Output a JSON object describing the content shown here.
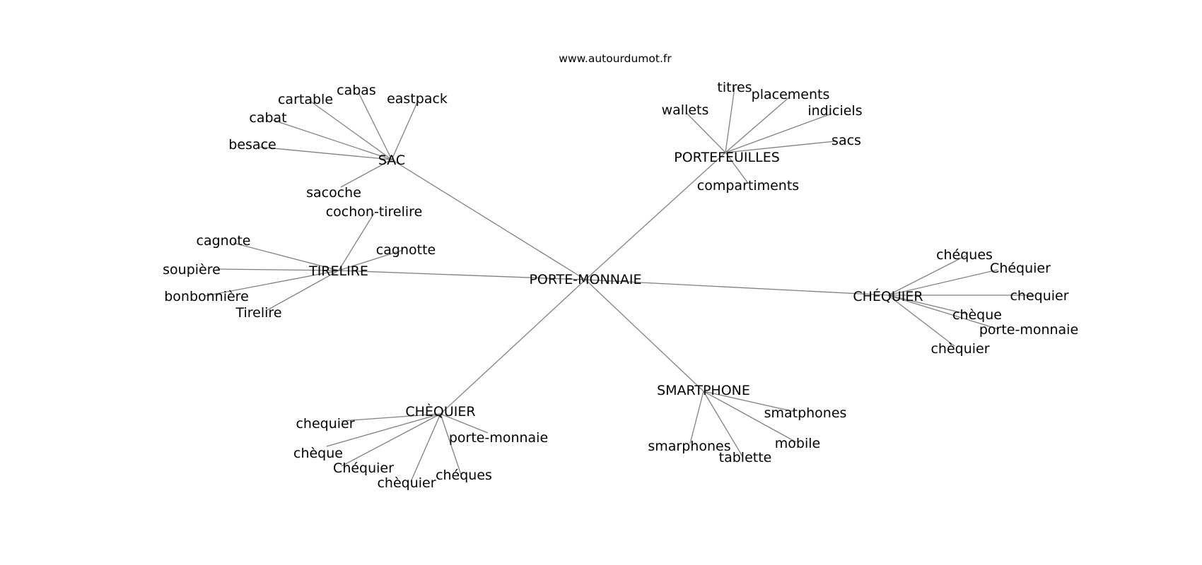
{
  "source_credit": "www.autourdumot.fr",
  "center": "PORTE-MONNAIE",
  "clusters": [
    {
      "hub": "SAC",
      "leaves": [
        "cartable",
        "cabas",
        "eastpack",
        "cabat",
        "besace",
        "sacoche"
      ]
    },
    {
      "hub": "PORTEFEUILLES",
      "leaves": [
        "titres",
        "placements",
        "wallets",
        "indiciels",
        "sacs",
        "compartiments"
      ]
    },
    {
      "hub": "TIRELIRE",
      "leaves": [
        "cochon-tirelire",
        "cagnote",
        "cagnotte",
        "soupière",
        "bonbonnière",
        "Tirelire"
      ]
    },
    {
      "hub": "CHÉQUIER",
      "leaves": [
        "chéques",
        "Chéquier",
        "chequier",
        "chèque",
        "porte-monnaie",
        "chèquier"
      ]
    },
    {
      "hub": "CHÈQUIER",
      "leaves": [
        "chequier",
        "chèque",
        "Chéquier",
        "chèquier",
        "chéques",
        "porte-monnaie"
      ]
    },
    {
      "hub": "SMARTPHONE",
      "leaves": [
        "smatphones",
        "smarphones",
        "mobile",
        "tablette"
      ]
    }
  ]
}
